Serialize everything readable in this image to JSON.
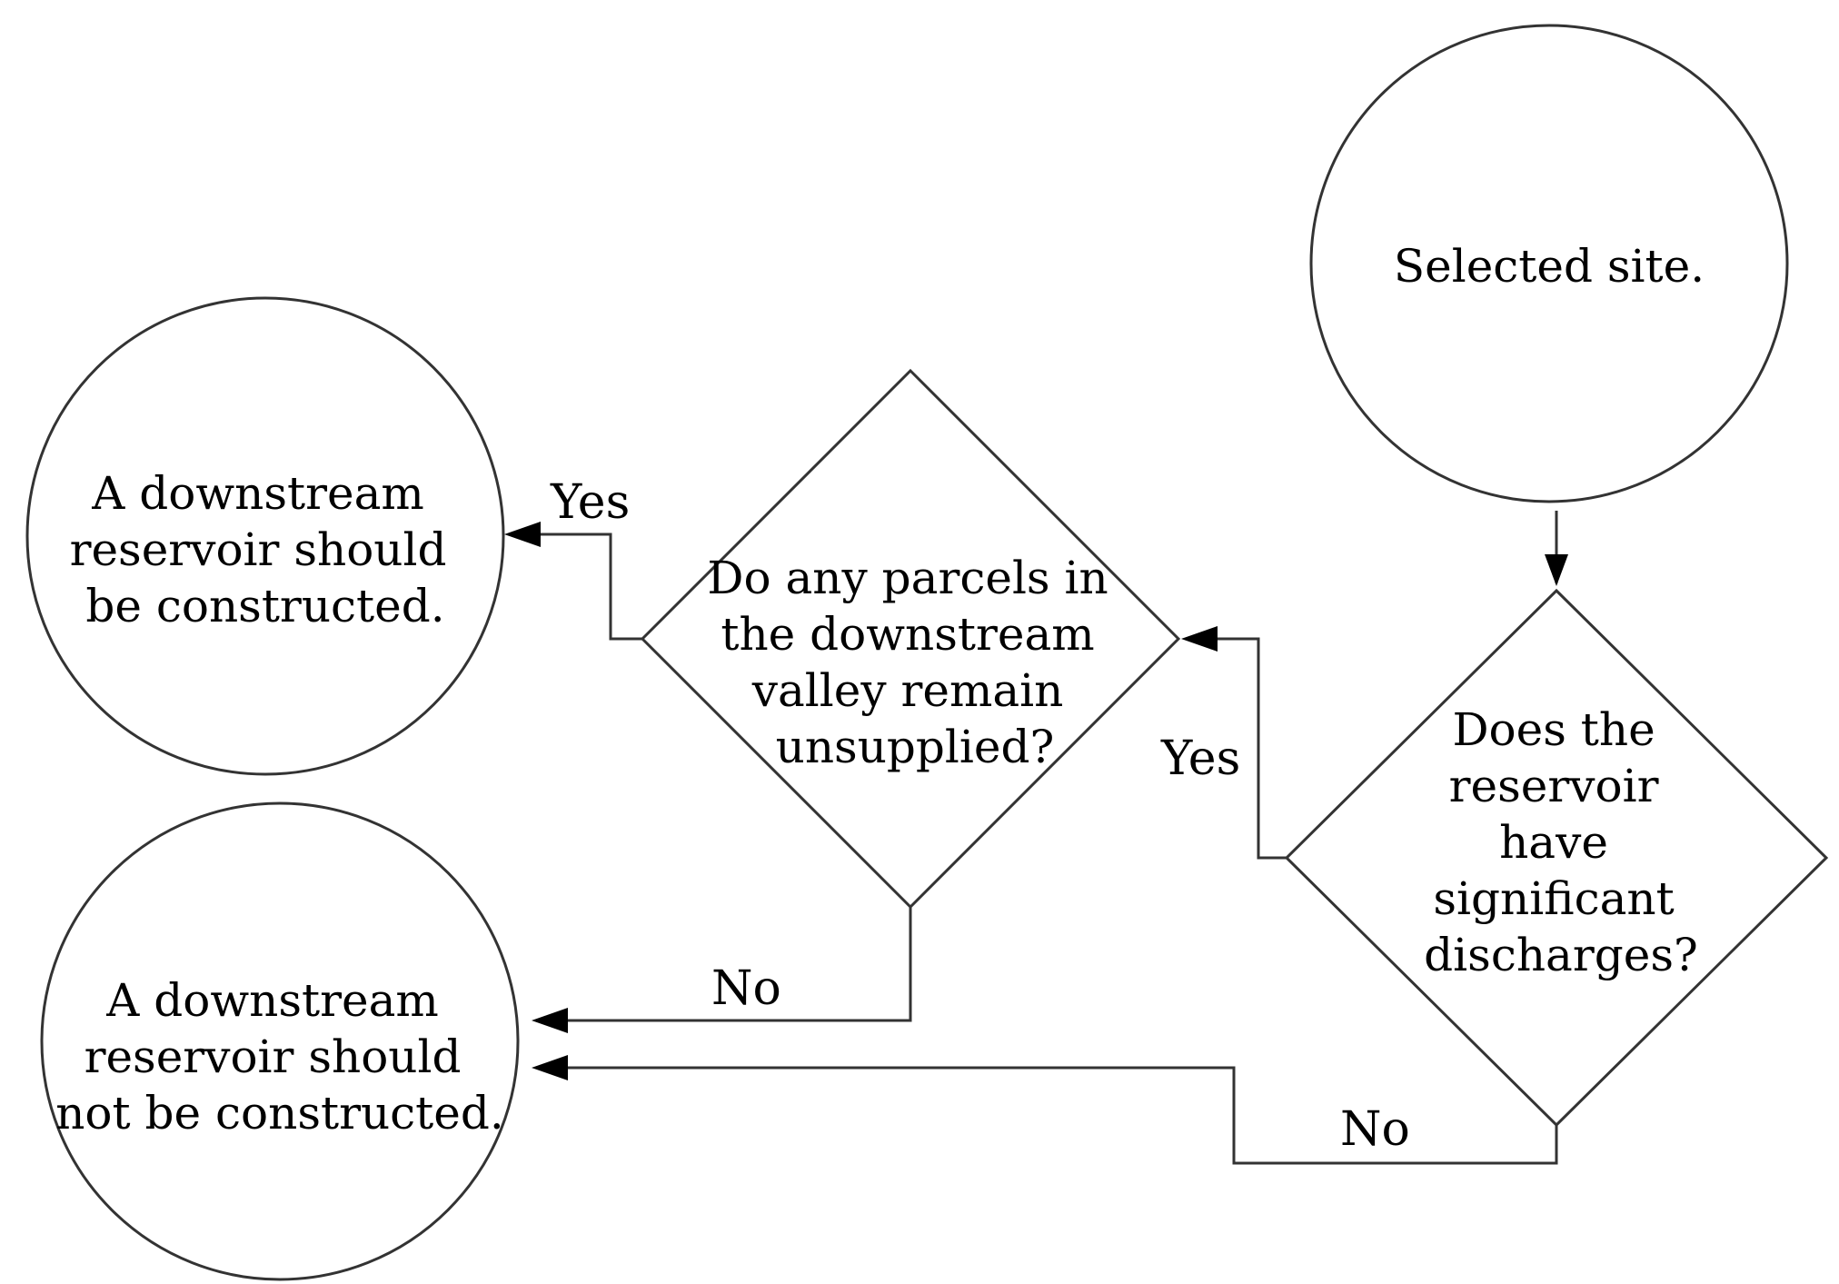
{
  "colors": {
    "stroke": "#333333",
    "text": "#000000",
    "background": "#ffffff"
  },
  "nodes": {
    "start": {
      "shape": "circle",
      "lines": [
        "Selected site."
      ]
    },
    "q_discharge": {
      "shape": "diamond",
      "lines": [
        "Does the",
        "reservoir",
        "have",
        "significant",
        "discharges?"
      ]
    },
    "q_parcels": {
      "shape": "diamond",
      "lines": [
        "Do any parcels in",
        "the downstream",
        "valley remain",
        "unsupplied?"
      ]
    },
    "result_yes": {
      "shape": "circle",
      "lines": [
        "A downstream",
        "reservoir should",
        "be constructed."
      ]
    },
    "result_no": {
      "shape": "circle",
      "lines": [
        "A downstream",
        "reservoir should",
        "not be constructed."
      ]
    }
  },
  "edges": [
    {
      "from": "start",
      "to": "q_discharge",
      "label": ""
    },
    {
      "from": "q_discharge",
      "to": "q_parcels",
      "label": "Yes"
    },
    {
      "from": "q_discharge",
      "to": "result_no",
      "label": "No"
    },
    {
      "from": "q_parcels",
      "to": "result_yes",
      "label": "Yes"
    },
    {
      "from": "q_parcels",
      "to": "result_no",
      "label": "No"
    }
  ]
}
